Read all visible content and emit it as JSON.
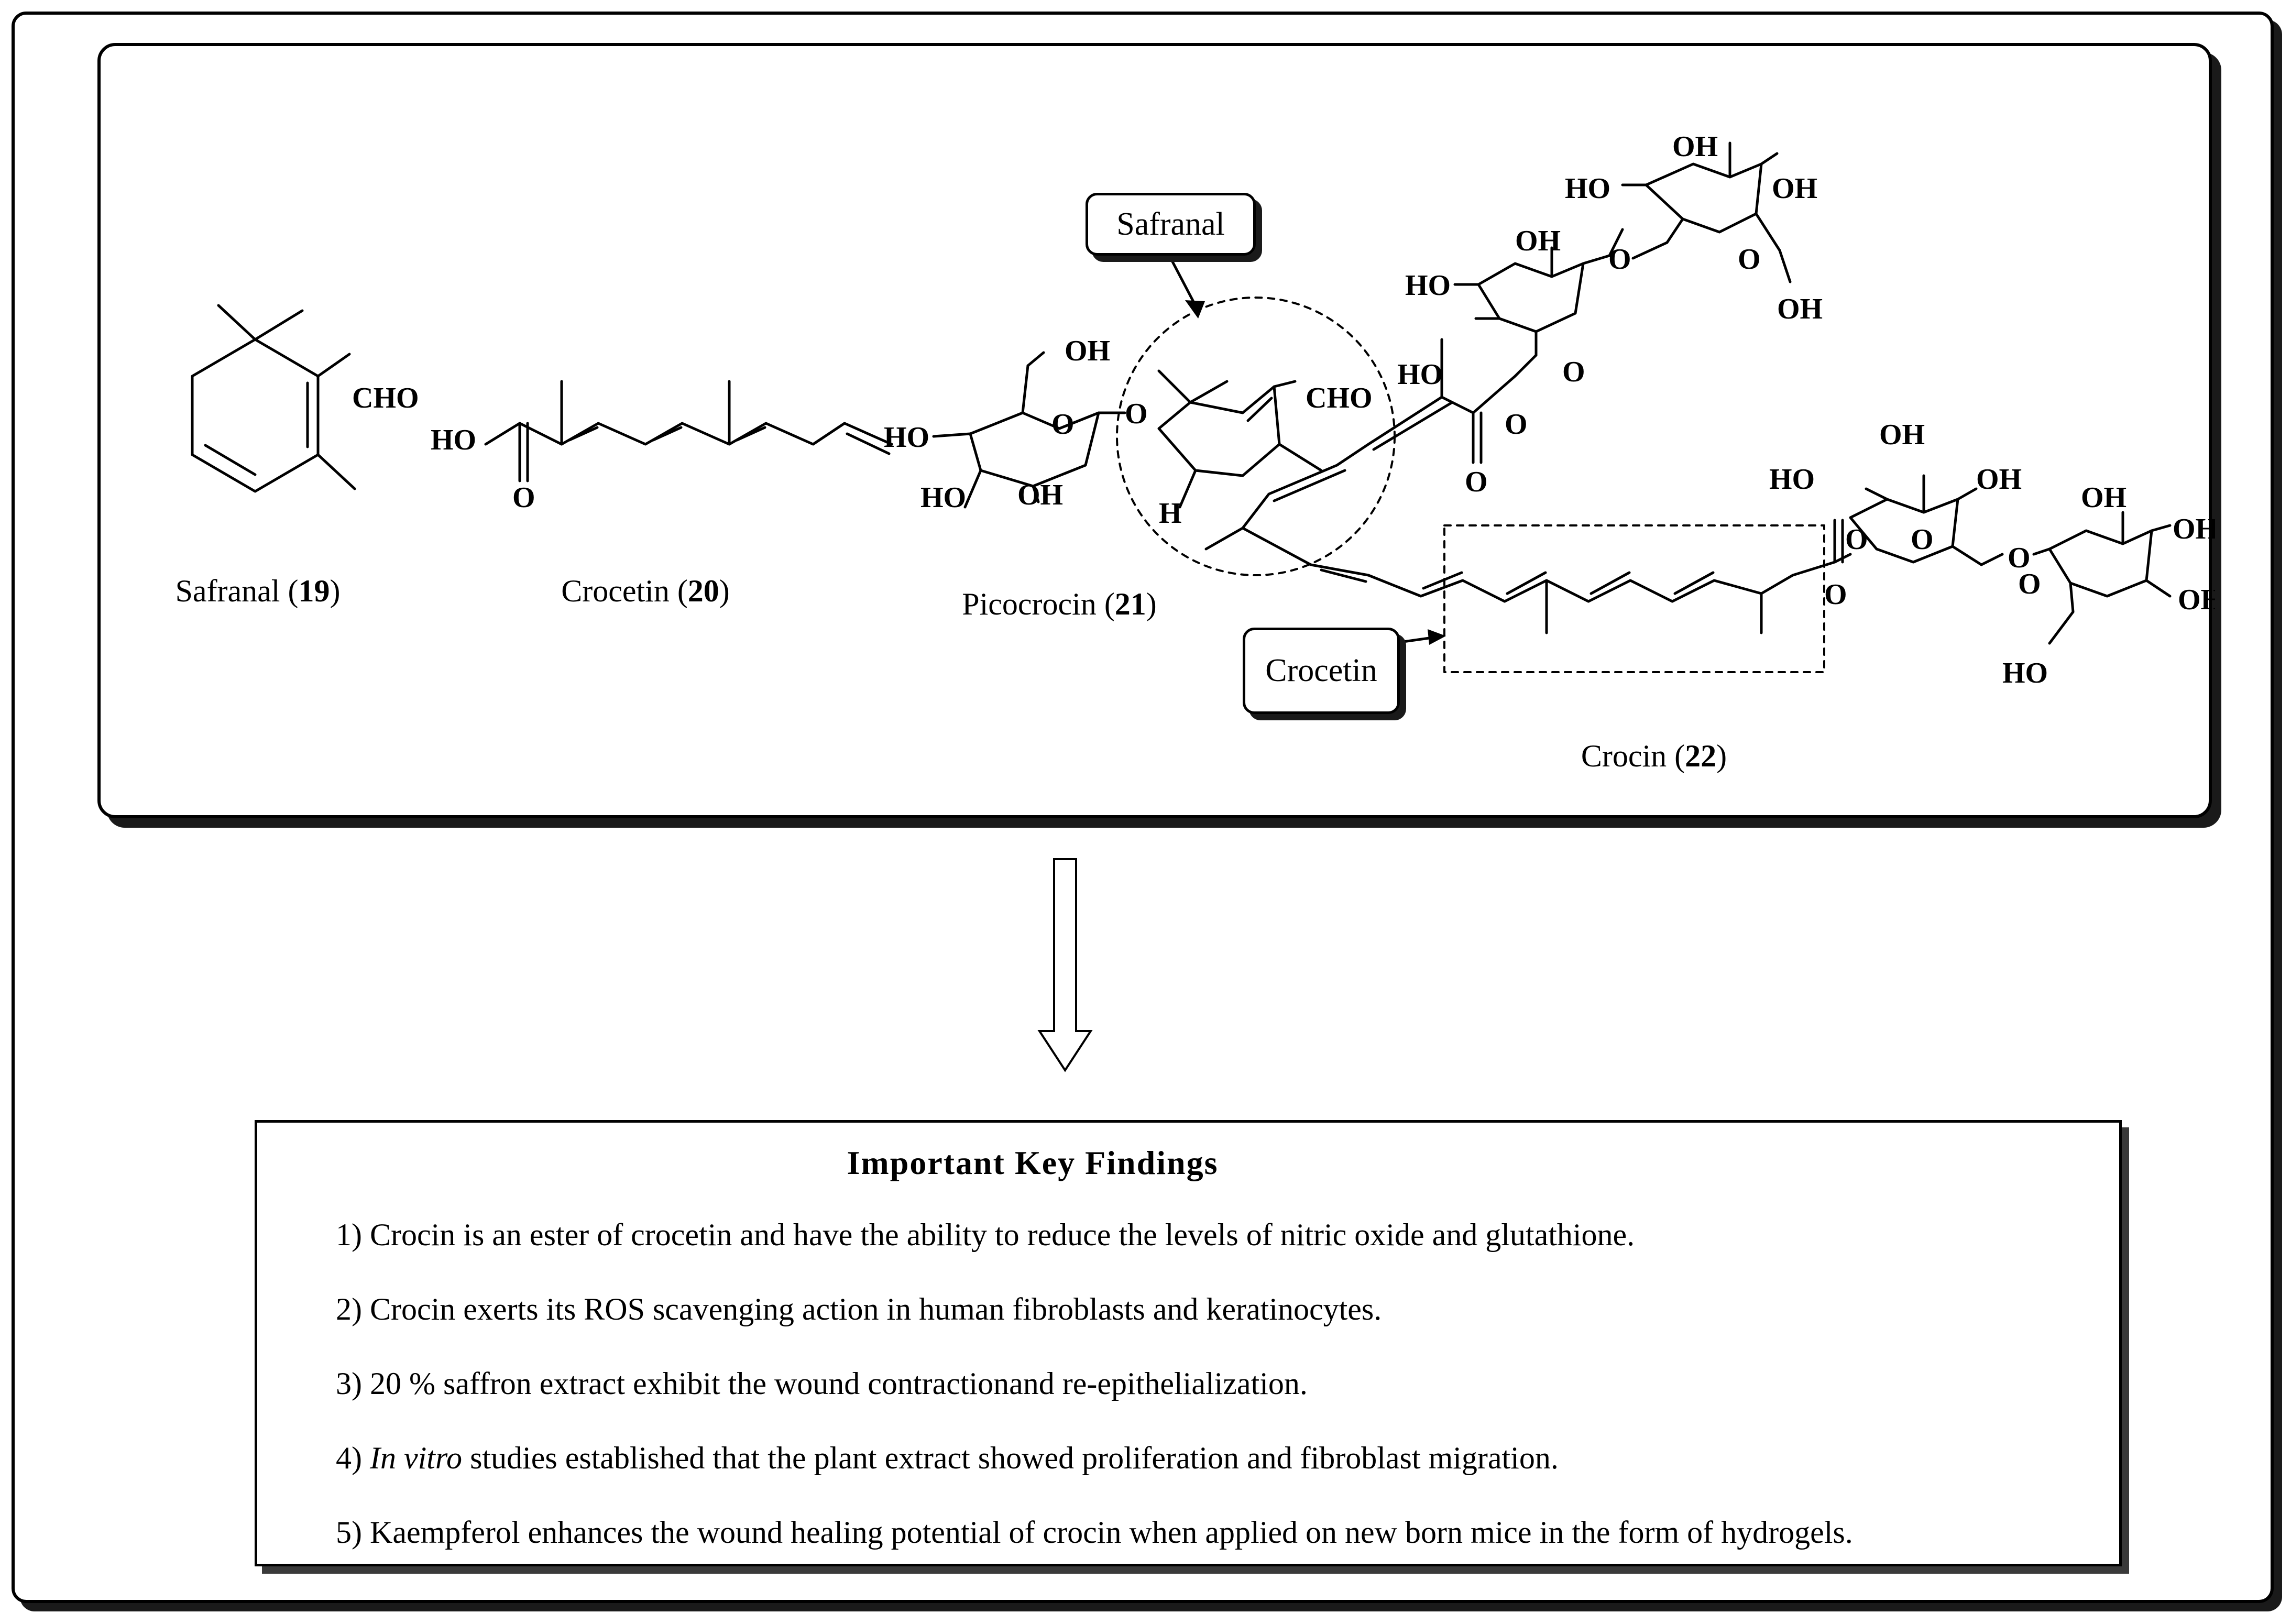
{
  "compounds": {
    "safranal": {
      "name": "Safranal",
      "number": "19",
      "group_cho": "CHO"
    },
    "crocetin": {
      "name": "Crocetin",
      "number": "20",
      "group_ho": "HO",
      "group_o": "O"
    },
    "picocrocin": {
      "name": "Picocrocin",
      "number": "21",
      "group_oh": "OH",
      "group_ho": "HO",
      "group_cho": "CHO",
      "atom_o": "O",
      "atom_h": "H"
    },
    "crocin": {
      "name": "Crocin",
      "number": "22",
      "group_oh": "OH",
      "group_ho": "HO",
      "atom_o": "O"
    }
  },
  "callouts": {
    "safranal": "Safranal",
    "crocetin": "Crocetin"
  },
  "findings": {
    "title": "Important Key Findings",
    "items": [
      {
        "prefix": "1) ",
        "italic": "",
        "text": "Crocin is an ester of crocetin and have the ability to reduce the levels of nitric oxide and glutathione."
      },
      {
        "prefix": "2) ",
        "italic": "",
        "text": "Crocin exerts its ROS scavenging action in human fibroblasts and keratinocytes."
      },
      {
        "prefix": "3) ",
        "italic": "",
        "text": "20 % saffron extract exhibit the wound contractionand re-epithelialization."
      },
      {
        "prefix": "4) ",
        "italic": "In vitro",
        "text": " studies established that the plant extract showed proliferation and fibroblast migration."
      },
      {
        "prefix": "5) ",
        "italic": "",
        "text": "Kaempferol enhances the wound healing potential of crocin when applied on new born mice in the form of hydrogels."
      }
    ]
  }
}
